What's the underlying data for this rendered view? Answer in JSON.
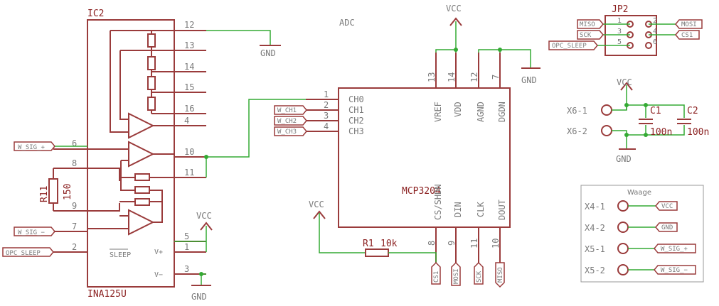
{
  "ic2": {
    "ref": "IC2",
    "part": "INA125U",
    "pins": {
      "p1": "1",
      "p2": "2",
      "p3": "3",
      "p4": "4",
      "p5": "5",
      "p6": "6",
      "p7": "7",
      "p8": "8",
      "p9": "9",
      "p10": "10",
      "p11": "11",
      "p12": "12",
      "p13": "13",
      "p14": "14",
      "p15": "15",
      "p16": "16"
    },
    "sleep": "SLEEP",
    "vplus": "V+",
    "vminus": "V−"
  },
  "r11": {
    "ref": "R11",
    "value": "150"
  },
  "adc": {
    "title": "ADC",
    "part": "MCP3204",
    "ch0": "CH0",
    "ch1": "CH1",
    "ch2": "CH2",
    "ch3": "CH3",
    "vref": "VREF",
    "vdd": "VDD",
    "agnd": "AGND",
    "dgnd": "DGDN",
    "cs": "CS/SHDN",
    "din": "DIN",
    "clk": "CLK",
    "dout": "DOUT",
    "pins": {
      "p1": "1",
      "p2": "2",
      "p3": "3",
      "p4": "4",
      "p7": "7",
      "p8": "8",
      "p9": "9",
      "p10": "10",
      "p11": "11",
      "p12": "12",
      "p13": "13",
      "p14": "14"
    }
  },
  "r1": {
    "ref": "R1",
    "value": "10k"
  },
  "supply": {
    "vcc": "VCC",
    "gnd": "GND"
  },
  "nets": {
    "w_sig_plus": "W_SIG_+",
    "w_sig_minus": "W_SIG_−",
    "opc_sleep": "OPC_SLEEP",
    "w_ch1": "W_CH1",
    "w_ch2": "W_CH2",
    "w_ch3": "W_CH3",
    "cs1": "CS1",
    "mosi": "MOSI",
    "sck": "SCK",
    "miso": "MISO",
    "vcc": "VCC",
    "gnd": "GND"
  },
  "jp2": {
    "ref": "JP2",
    "pins": [
      "1",
      "2",
      "3",
      "4",
      "5",
      "6"
    ]
  },
  "caps": {
    "c1": "C1",
    "c2": "C2",
    "v1": "100n",
    "v2": "100n",
    "x61": "X6-1",
    "x62": "X6-2"
  },
  "waage": {
    "title": "Waage",
    "x41": "X4-1",
    "x42": "X4-2",
    "x51": "X5-1",
    "x52": "X5-2"
  }
}
